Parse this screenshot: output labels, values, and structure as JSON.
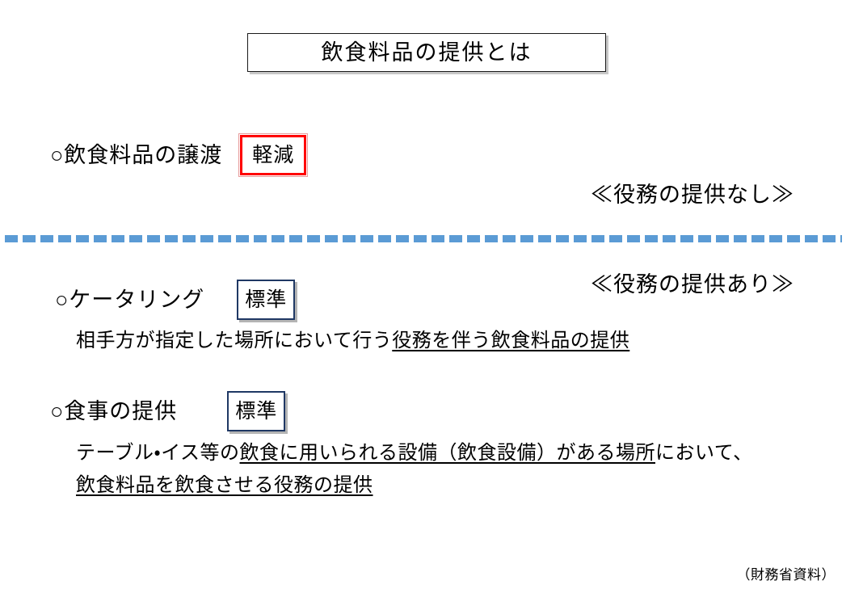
{
  "title": {
    "text": "飲食料品の提供とは"
  },
  "sections": [
    {
      "label": "○飲食料品の譲渡",
      "badge": "軽減",
      "badge_type": "reduced"
    },
    {
      "label": "○ケータリング",
      "badge": "標準",
      "badge_type": "standard",
      "description_lines": [
        {
          "plain_prefix": "相手方が指定した場所において行う",
          "underlined": "役務を伴う飲食料品の提供",
          "plain_suffix": ""
        }
      ]
    },
    {
      "label": "○食事の提供",
      "badge": "標準",
      "badge_type": "standard",
      "description_lines": [
        {
          "plain_prefix": "テーブル・イス等の",
          "underlined": "飲食に用いられる設備（飲食設備）がある場所",
          "plain_suffix": "において、"
        },
        {
          "plain_prefix": "",
          "underlined": "飲食料品を飲食させる役務の提供",
          "plain_suffix": ""
        }
      ]
    }
  ],
  "annotations": {
    "no_service": "≪役務の提供なし≫",
    "with_service": "≪役務の提供あり≫"
  },
  "source": "（財務省資料）",
  "colors": {
    "reduced_badge_border": "#ff0000",
    "standard_badge_border": "#1f3864",
    "divider": "#5b9bd5",
    "title_border": "#1a1a1a",
    "text": "#000000"
  }
}
